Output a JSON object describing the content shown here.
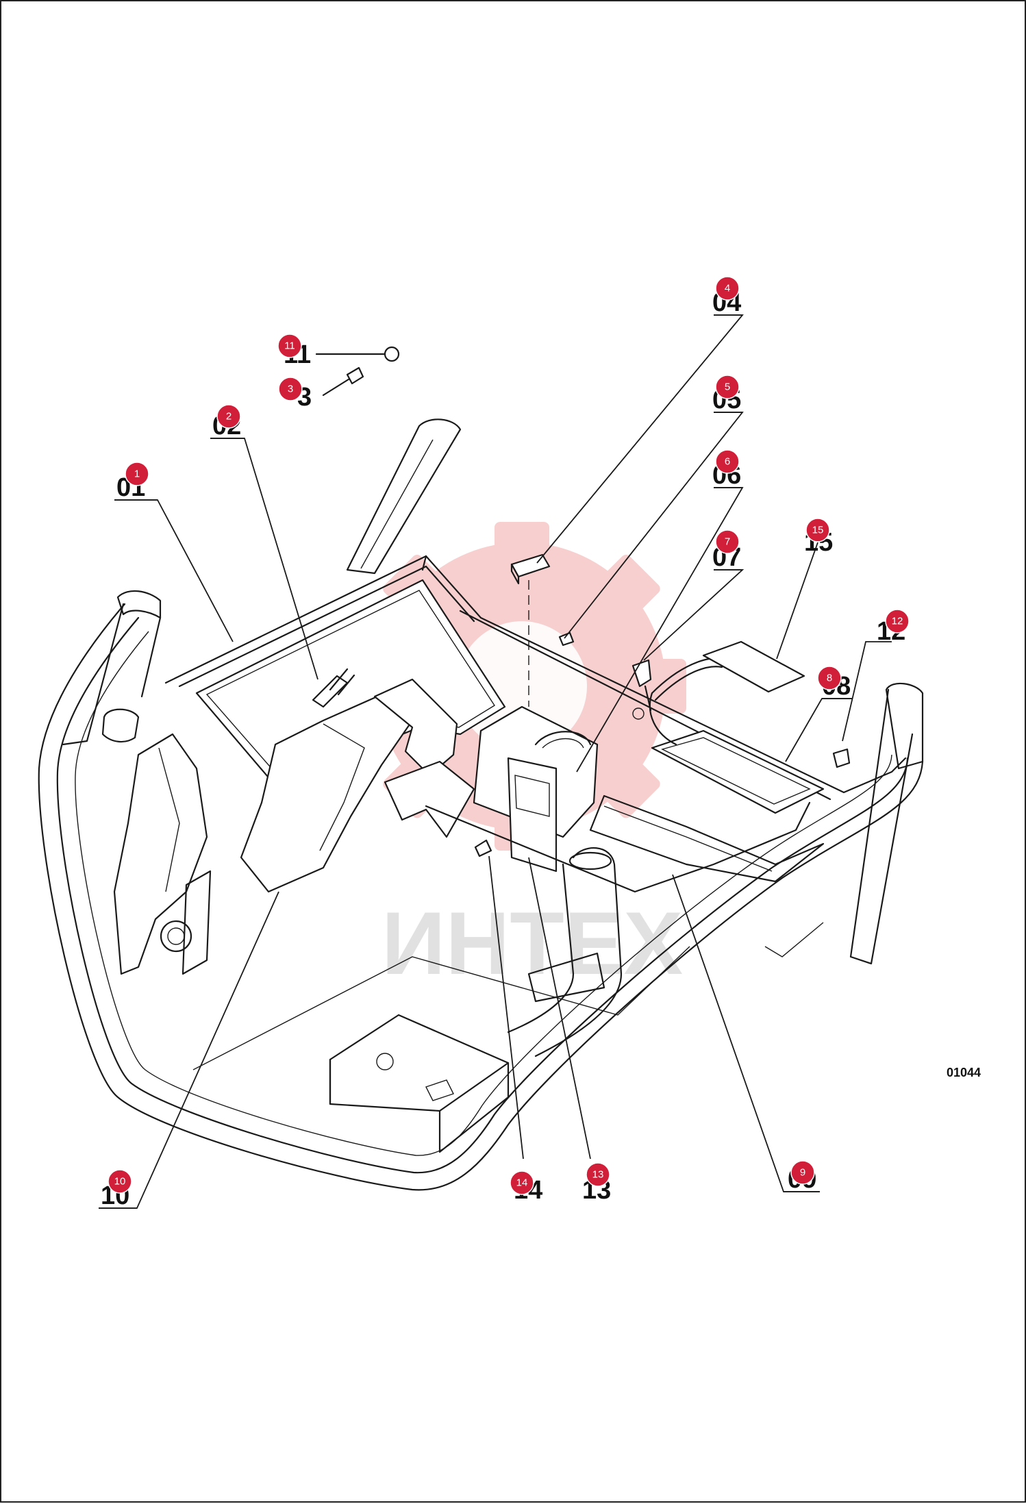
{
  "figure_id": "01044",
  "watermark_text": "ИНТЕХ",
  "labels": [
    "01",
    "02",
    "3",
    "04",
    "05",
    "06",
    "07",
    "08",
    "09",
    "10",
    "11",
    "12",
    "13",
    "14",
    "15"
  ],
  "markers": [
    "1",
    "2",
    "3",
    "4",
    "5",
    "6",
    "7",
    "8",
    "9",
    "10",
    "11",
    "12",
    "13",
    "14",
    "15"
  ],
  "colors": {
    "marker": "#d11f3a",
    "line": "#1a1a1a",
    "watermark": "#f6c7c7"
  }
}
